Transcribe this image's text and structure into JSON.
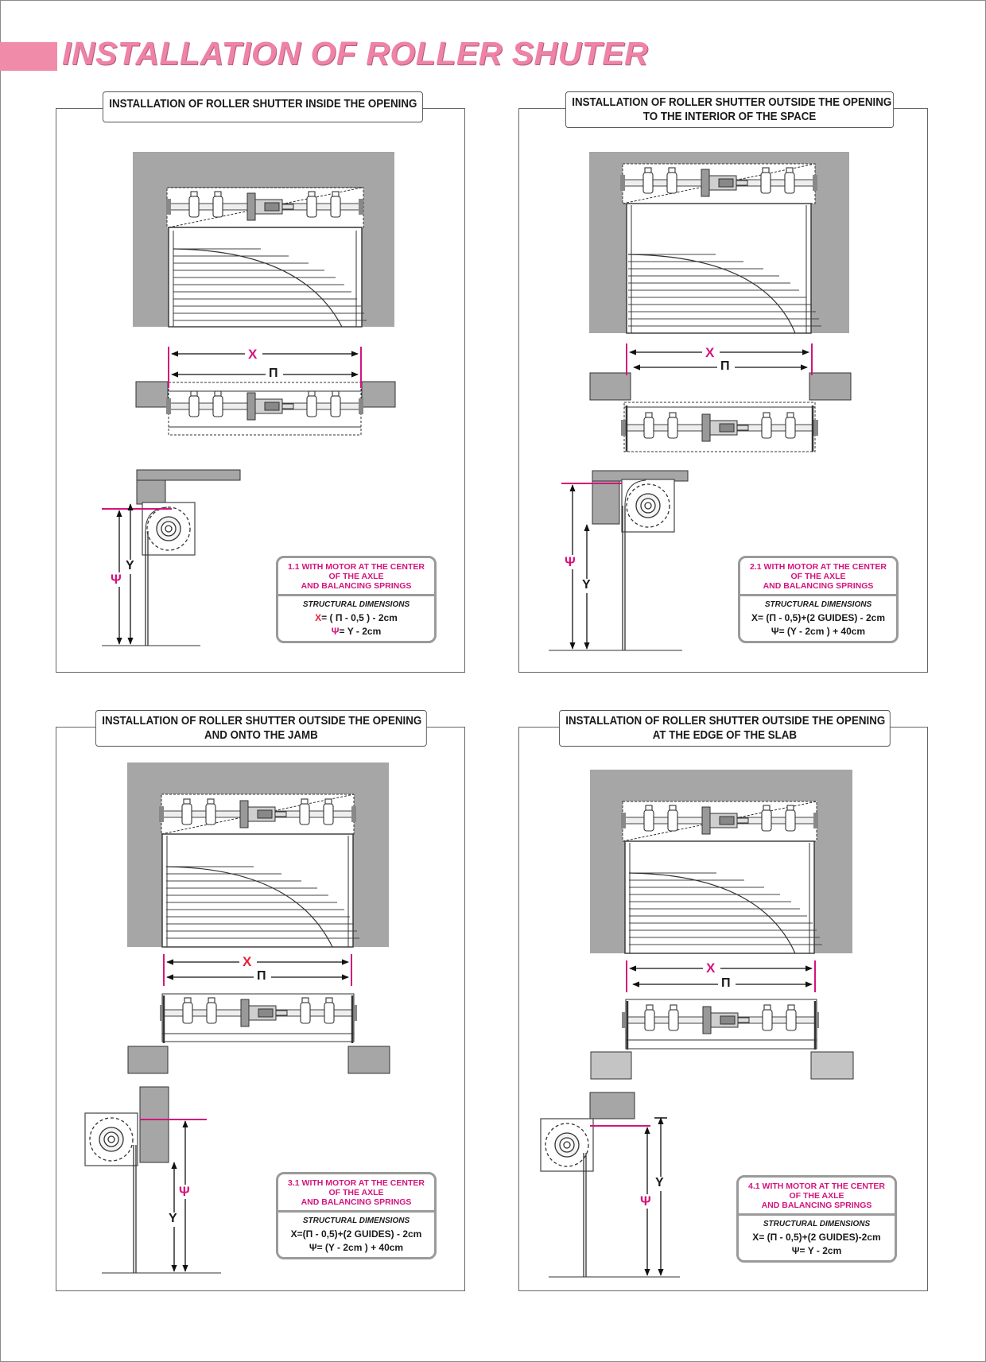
{
  "header": {
    "title": "INSTALLATION OF ROLLER SHUTER"
  },
  "panels": [
    {
      "title_lines": [
        "INSTALLATION OF ROLLER SHUTTER INSIDE THE OPENING"
      ],
      "labels": {
        "x": "X",
        "pi": "Π",
        "psi": "Ψ",
        "y": "Y"
      },
      "info": {
        "heading": [
          "1.1 WITH MOTOR AT THE CENTER",
          "OF THE AXLE",
          "AND BALANCING SPRINGS"
        ],
        "subtitle": "STRUCTURAL DIMENSIONS",
        "f1_var": "X",
        "f1_rest": "= ( Π - 0,5 ) - 2cm",
        "f2_var": "Ψ",
        "f2_rest": "= Y - 2cm"
      }
    },
    {
      "title_lines": [
        "INSTALLATION OF ROLLER SHUTTER OUTSIDE THE OPENING",
        "TO THE INTERIOR OF THE SPACE"
      ],
      "labels": {
        "x": "X",
        "pi": "Π",
        "psi": "Ψ",
        "y": "Y"
      },
      "info": {
        "heading": [
          "2.1 WITH MOTOR AT THE CENTER",
          "OF THE AXLE",
          "AND BALANCING SPRINGS"
        ],
        "subtitle": "STRUCTURAL DIMENSIONS",
        "f1_var": "X",
        "f1_rest": "= (Π - 0,5)+(2 GUIDES) - 2cm",
        "f2_var": "Ψ",
        "f2_rest": "= (Y - 2cm ) + 40cm"
      }
    },
    {
      "title_lines": [
        "INSTALLATION OF ROLLER SHUTTER OUTSIDE THE OPENING",
        "AND ONTO THE JAMB"
      ],
      "labels": {
        "x": "X",
        "pi": "Π",
        "psi": "Ψ",
        "y": "Y"
      },
      "info": {
        "heading": [
          "3.1 WITH MOTOR AT THE CENTER",
          "OF THE AXLE",
          "AND BALANCING SPRINGS"
        ],
        "subtitle": "STRUCTURAL DIMENSIONS",
        "f1_var": "X",
        "f1_rest": "=(Π - 0,5)+(2 GUIDES) - 2cm",
        "f2_var": "Ψ",
        "f2_rest": "= (Y - 2cm ) + 40cm"
      }
    },
    {
      "title_lines": [
        "INSTALLATION OF ROLLER SHUTTER OUTSIDE THE OPENING",
        "AT THE EDGE OF THE SLAB"
      ],
      "labels": {
        "x": "X",
        "pi": "Π",
        "psi": "Ψ",
        "y": "Y"
      },
      "info": {
        "heading": [
          "4.1 WITH MOTOR AT THE CENTER",
          "OF THE AXLE",
          "AND BALANCING SPRINGS"
        ],
        "subtitle": "STRUCTURAL DIMENSIONS",
        "f1_var": "X",
        "f1_rest": "= (Π - 0,5)+(2 GUIDES)-2cm",
        "f2_var": "Ψ",
        "f2_rest": "= Y - 2cm"
      }
    }
  ],
  "colors": {
    "accent_pink": "#d4147e",
    "title_pink": "#ee82a7",
    "wall_gray": "#a6a6a6",
    "x_red": "#e8203a"
  }
}
